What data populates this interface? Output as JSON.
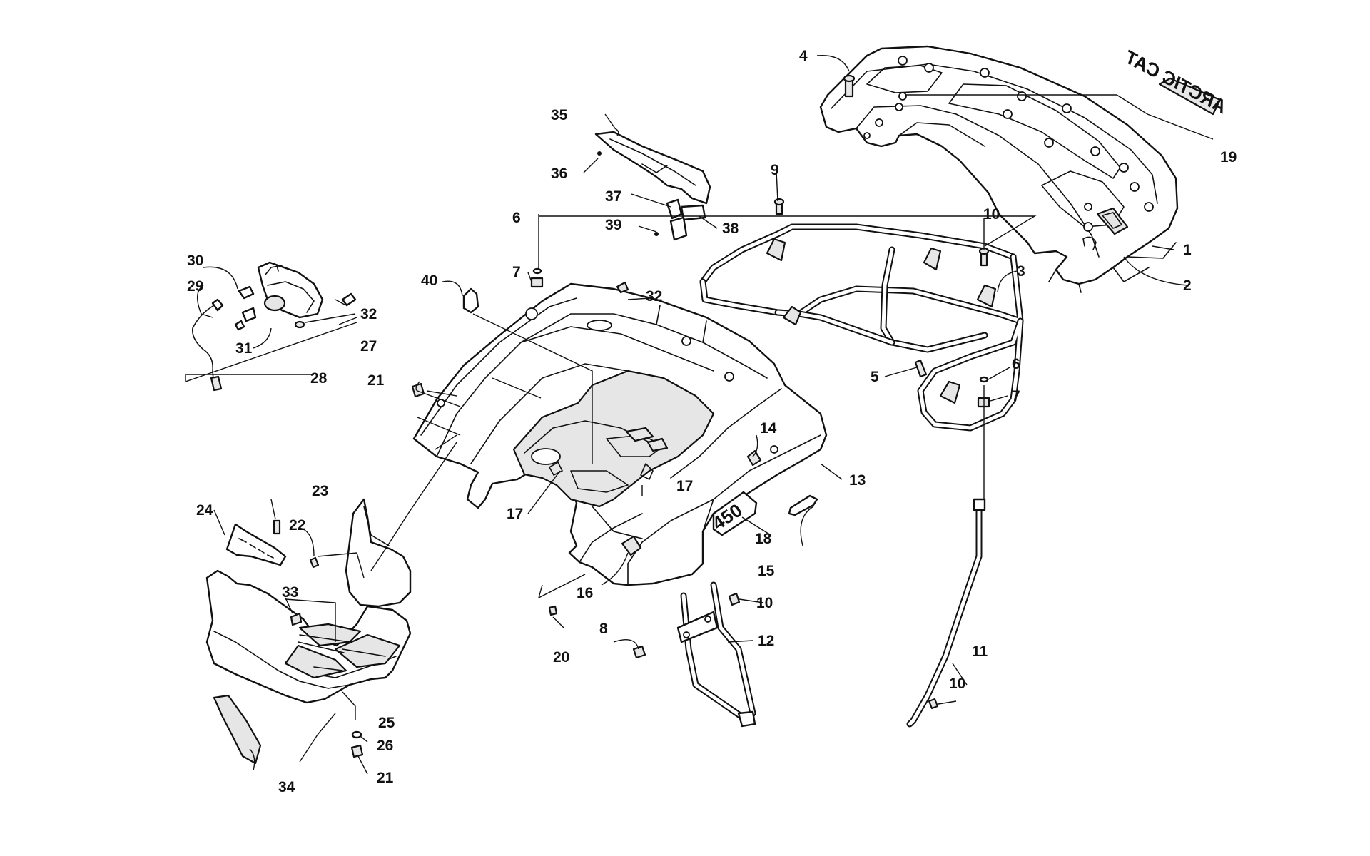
{
  "diagram": {
    "decals": {
      "model_number": "450",
      "brand": "ARCTIC CAT"
    },
    "callouts": [
      {
        "id": "c1",
        "text": "1"
      },
      {
        "id": "c2",
        "text": "2"
      },
      {
        "id": "c3",
        "text": "3"
      },
      {
        "id": "c4",
        "text": "4"
      },
      {
        "id": "c5",
        "text": "5"
      },
      {
        "id": "c6a",
        "text": "6"
      },
      {
        "id": "c6b",
        "text": "6"
      },
      {
        "id": "c7a",
        "text": "7"
      },
      {
        "id": "c7b",
        "text": "7"
      },
      {
        "id": "c8",
        "text": "8"
      },
      {
        "id": "c9",
        "text": "9"
      },
      {
        "id": "c10a",
        "text": "10"
      },
      {
        "id": "c10b",
        "text": "10"
      },
      {
        "id": "c10c",
        "text": "10"
      },
      {
        "id": "c11",
        "text": "11"
      },
      {
        "id": "c12",
        "text": "12"
      },
      {
        "id": "c13",
        "text": "13"
      },
      {
        "id": "c14",
        "text": "14"
      },
      {
        "id": "c15",
        "text": "15"
      },
      {
        "id": "c16",
        "text": "16"
      },
      {
        "id": "c17a",
        "text": "17"
      },
      {
        "id": "c17b",
        "text": "17"
      },
      {
        "id": "c18",
        "text": "18"
      },
      {
        "id": "c19",
        "text": "19"
      },
      {
        "id": "c20",
        "text": "20"
      },
      {
        "id": "c21a",
        "text": "21"
      },
      {
        "id": "c21b",
        "text": "21"
      },
      {
        "id": "c22",
        "text": "22"
      },
      {
        "id": "c23",
        "text": "23"
      },
      {
        "id": "c24",
        "text": "24"
      },
      {
        "id": "c25",
        "text": "25"
      },
      {
        "id": "c26",
        "text": "26"
      },
      {
        "id": "c27",
        "text": "27"
      },
      {
        "id": "c28",
        "text": "28"
      },
      {
        "id": "c29",
        "text": "29"
      },
      {
        "id": "c30",
        "text": "30"
      },
      {
        "id": "c31",
        "text": "31"
      },
      {
        "id": "c32a",
        "text": "32"
      },
      {
        "id": "c32b",
        "text": "32"
      },
      {
        "id": "c33",
        "text": "33"
      },
      {
        "id": "c34",
        "text": "34"
      },
      {
        "id": "c35",
        "text": "35"
      },
      {
        "id": "c36",
        "text": "36"
      },
      {
        "id": "c37",
        "text": "37"
      },
      {
        "id": "c38",
        "text": "38"
      },
      {
        "id": "c39",
        "text": "39"
      },
      {
        "id": "c40",
        "text": "40"
      }
    ]
  }
}
